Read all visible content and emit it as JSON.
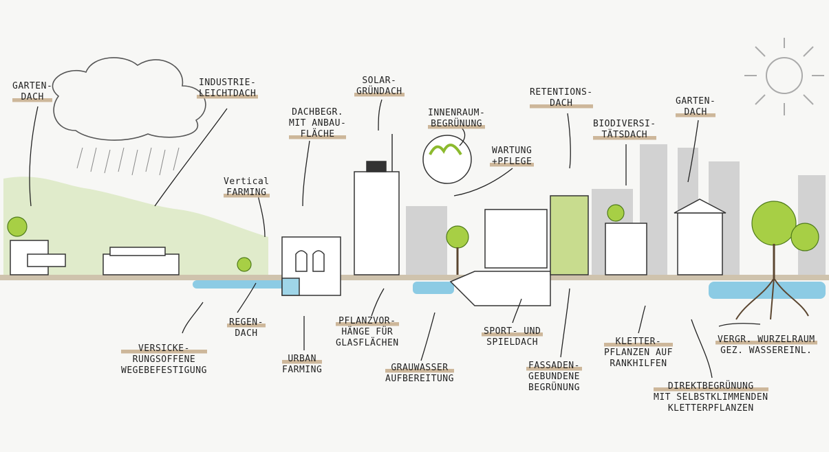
{
  "colors": {
    "paper": "#f7f7f5",
    "ink": "#1f1f1f",
    "green": "#9cc23a",
    "dark_green": "#5f8a1e",
    "grey": "#c9c9c9",
    "water": "#7cc4e0",
    "label_highlight": "#cdb79a",
    "ground": "#bfb29d"
  },
  "labels": {
    "gartendach_left": [
      "GARTEN-",
      "DACH"
    ],
    "industrieleichtdach": [
      "INDUSTRIE-",
      "LEICHTDACH"
    ],
    "dachbegr": [
      "DACHBEGR.",
      "MIT ANBAU-",
      "FLÄCHE"
    ],
    "vertical_farming": [
      "Vertical",
      "FARMING"
    ],
    "solargruendach": [
      "SOLAR-",
      "GRÜNDACH"
    ],
    "innenraumbegruenung": [
      "INNENRAUM-",
      "BEGRÜNUNG"
    ],
    "wartung": [
      "WARTUNG",
      "+PFLEGE"
    ],
    "retentionsdach": [
      "RETENTIONS-",
      "DACH"
    ],
    "biodiversitaetsdach": [
      "BIODIVERSI-",
      "TÄTSDACH"
    ],
    "gartendach_right": [
      "GARTEN-",
      "DACH"
    ],
    "versickerung": [
      "VERSICKE-",
      "RUNGSOFFENE",
      "WEGEBEFESTIGUNG"
    ],
    "regendach": [
      "REGEN-",
      "DACH"
    ],
    "urban_farming": [
      "URBAN",
      "FARMING"
    ],
    "pflanzvorhaenge": [
      "PFLANZVOR-",
      "HÄNGE FÜR",
      "GLASFLÄCHEN"
    ],
    "grauwasser": [
      "GRAUWASSER",
      "AUFBEREITUNG"
    ],
    "sportdach": [
      "SPORT- UND",
      "SPIELDACH"
    ],
    "fassaden": [
      "FASSADEN-",
      "GEBUNDENE",
      "BEGRÜNUNG"
    ],
    "kletterpflanzen": [
      "KLETTER-",
      "PFLANZEN AUF",
      "RANKHILFEN"
    ],
    "direktbegruenung": [
      "DIREKTBEGRÜNUNG",
      "MIT SELBSTKLIMMENDEN",
      "KLETTERPFLANZEN"
    ],
    "wurzelraum": [
      "VERGR. WURZELRAUM",
      "GEZ. WASSEREINL."
    ]
  }
}
